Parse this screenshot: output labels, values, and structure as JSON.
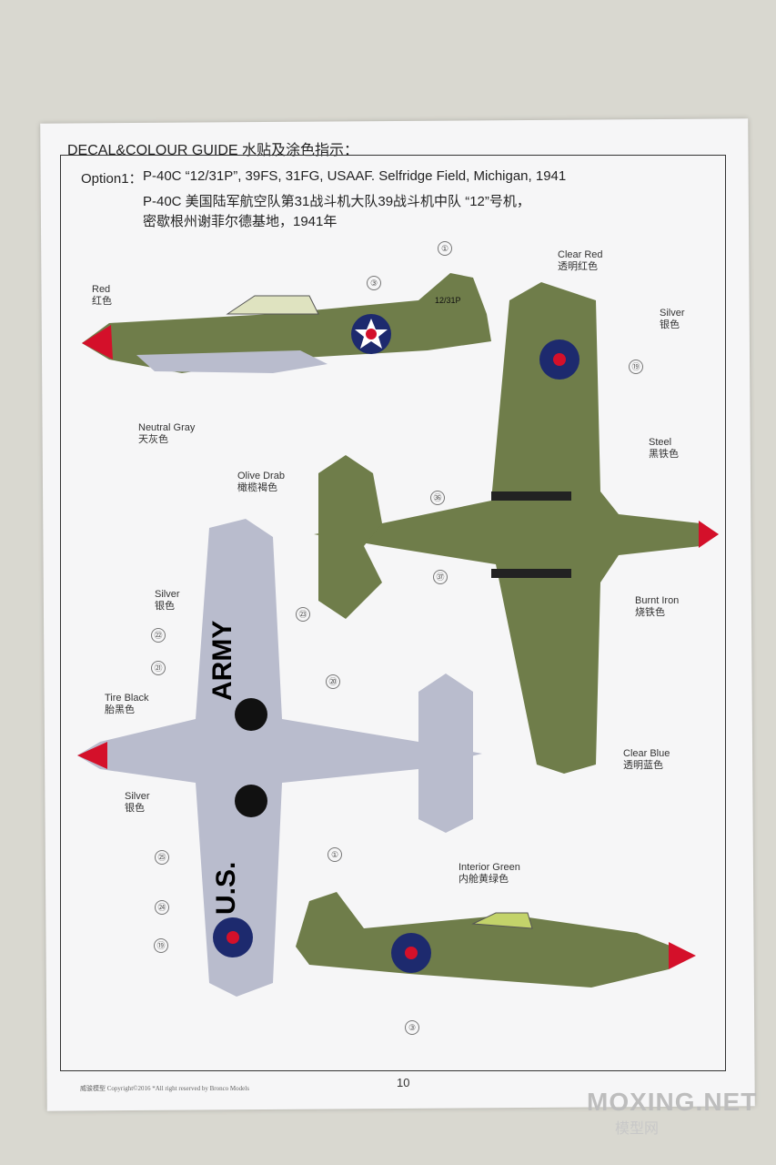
{
  "header": {
    "title": "DECAL&COLOUR GUIDE 水贴及涂色指示："
  },
  "option": {
    "label": "Option1：",
    "line1": "P-40C “12/31P”, 39FS, 31FG, USAAF. Selfridge Field, Michigan, 1941",
    "line2": "P-40C 美国陆军航空队第31战斗机大队39战斗机中队 “12”号机，",
    "line3": "密歇根州谢菲尔德基地，1941年"
  },
  "labels": [
    {
      "en": "Red",
      "zh": "红色"
    },
    {
      "en": "Neutral Gray",
      "zh": "天灰色"
    },
    {
      "en": "Clear Red",
      "zh": "透明红色"
    },
    {
      "en": "Silver",
      "zh": "银色"
    },
    {
      "en": "Steel",
      "zh": "黑铁色"
    },
    {
      "en": "Olive Drab",
      "zh": "橄榄褐色"
    },
    {
      "en": "Burnt Iron",
      "zh": "烧铁色"
    },
    {
      "en": "Silver",
      "zh": "银色"
    },
    {
      "en": "Tire Black",
      "zh": "胎黑色"
    },
    {
      "en": "Silver",
      "zh": "银色"
    },
    {
      "en": "Clear Blue",
      "zh": "透明蓝色"
    },
    {
      "en": "Interior Green",
      "zh": "内舱黄绿色"
    }
  ],
  "callouts": [
    "①",
    "③",
    "⑲",
    "㊱",
    "㊲",
    "㉓",
    "㉒",
    "㉑",
    "⑳",
    "㉕",
    "㉔",
    "⑲",
    "①",
    "③"
  ],
  "markings": {
    "army": "ARMY",
    "us": "U.S.",
    "tail_code": "12/31P"
  },
  "footer": {
    "copyright": "威骏模型  Copyright©2016  *All right reserved by Bronco Models",
    "page": "10"
  },
  "watermark": {
    "site": "MOXING.NET",
    "zh": "模型网"
  },
  "colors": {
    "olive": "#6f7d4a",
    "silver": "#b9bccd",
    "red": "#d4102a",
    "blue": "#1d2a6e"
  }
}
